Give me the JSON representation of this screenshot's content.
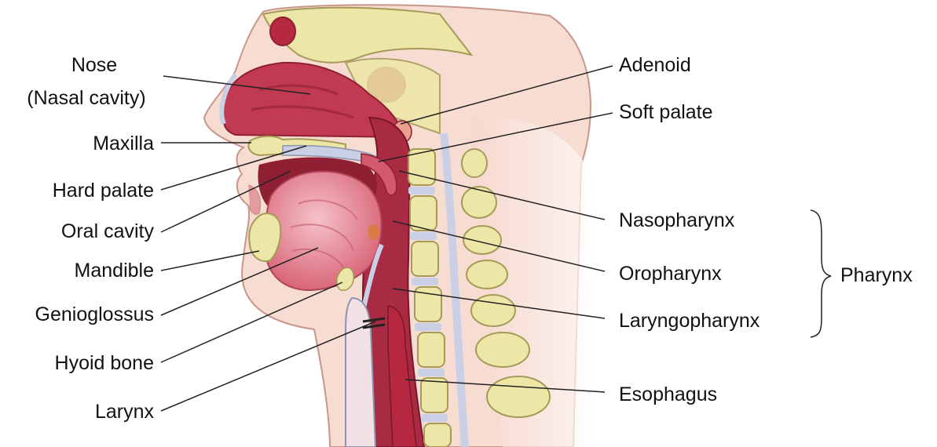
{
  "labels": {
    "nose": "Nose",
    "nasal_cavity": "(Nasal cavity)",
    "maxilla": "Maxilla",
    "hard_palate": "Hard palate",
    "oral_cavity": "Oral cavity",
    "mandible": "Mandible",
    "genioglossus": "Genioglossus",
    "hyoid_bone": "Hyoid bone",
    "larynx": "Larynx",
    "adenoid": "Adenoid",
    "soft_palate": "Soft palate",
    "nasopharynx": "Nasopharynx",
    "oropharynx": "Oropharynx",
    "laryngopharynx": "Laryngopharynx",
    "esophagus": "Esophagus",
    "pharynx": "Pharynx"
  },
  "colors": {
    "skin": "#f7dcd2",
    "skin_outline": "#c9968a",
    "cavity": "#c23a52",
    "cavity_dark": "#8f1f33",
    "tongue": "#e27c8c",
    "tongue_light": "#f4b8c0",
    "bone": "#ece7a6",
    "bone_outline": "#a69a58",
    "disc": "#c9d0e6",
    "leader": "#222222"
  }
}
